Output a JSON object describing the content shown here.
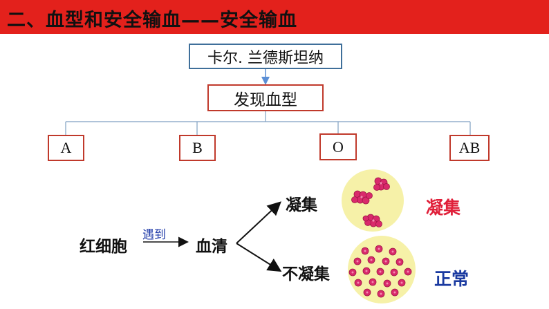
{
  "title": "二、血型和安全输血——安全输血",
  "discoverer": "卡尔. 兰德斯坦纳",
  "discovery": "发现血型",
  "blood_types": [
    "A",
    "B",
    "O",
    "AB"
  ],
  "flow": {
    "red_cells": "红细胞",
    "meets": "遇到",
    "serum": "血清",
    "agglutinate": "凝集",
    "not_agglutinate": "不凝集"
  },
  "results": {
    "agglutinate": "凝集",
    "normal": "正常"
  },
  "colors": {
    "title_bar": "#e3211c",
    "red_cell": "#d92a6b",
    "plasma": "#f6f1a8",
    "agglutinate_text": "#e0203a",
    "normal_text": "#1a3aa0"
  }
}
